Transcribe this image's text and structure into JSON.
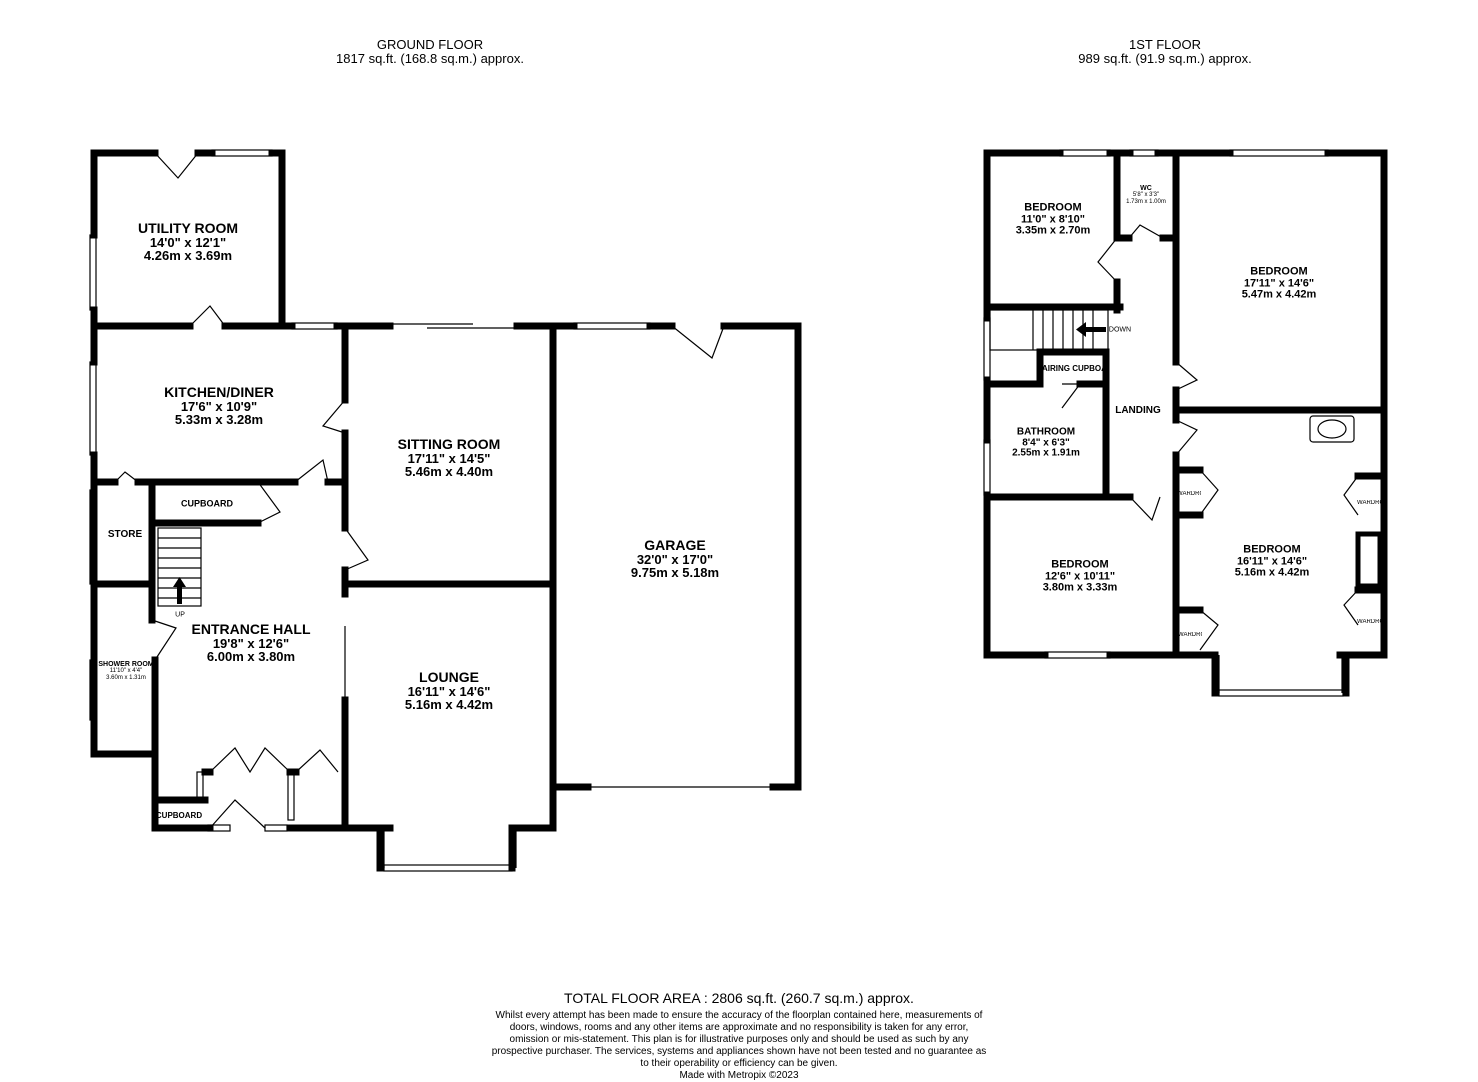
{
  "floors": [
    {
      "name": "GROUND FLOOR",
      "area": "1817 sq.ft. (168.8 sq.m.) approx."
    },
    {
      "name": "1ST FLOOR",
      "area": "989 sq.ft. (91.9 sq.m.) approx."
    }
  ],
  "ground_rooms": {
    "utility": {
      "name": "UTILITY ROOM",
      "imperial": "14'0\"  x 12'1\"",
      "metric": "4.26m  x 3.69m"
    },
    "kitchen": {
      "name": "KITCHEN/DINER",
      "imperial": "17'6\"  x 10'9\"",
      "metric": "5.33m  x 3.28m"
    },
    "sitting": {
      "name": "SITTING ROOM",
      "imperial": "17'11\"  x 14'5\"",
      "metric": "5.46m  x 4.40m"
    },
    "garage": {
      "name": "GARAGE",
      "imperial": "32'0\"  x 17'0\"",
      "metric": "9.75m  x 5.18m"
    },
    "hall": {
      "name": "ENTRANCE HALL",
      "imperial": "19'8\"  x 12'6\"",
      "metric": "6.00m  x 3.80m"
    },
    "lounge": {
      "name": "LOUNGE",
      "imperial": "16'11\"  x 14'6\"",
      "metric": "5.16m  x 4.42m"
    },
    "shower": {
      "name": "SHOWER ROOM",
      "imperial": "11'10\"  x 4'4\"",
      "metric": "3.60m  x 1.31m"
    },
    "store": {
      "name": "STORE"
    },
    "cupboard1": {
      "name": "CUPBOARD"
    },
    "cupboard2": {
      "name": "CUPBOARD"
    },
    "up": "UP"
  },
  "first_rooms": {
    "bed1": {
      "name": "BEDROOM",
      "imperial": "11'0\"  x 8'10\"",
      "metric": "3.35m  x 2.70m"
    },
    "wc": {
      "name": "WC",
      "imperial": "5'8\"  x 3'3\"",
      "metric": "1.73m  x 1.00m"
    },
    "bed2": {
      "name": "BEDROOM",
      "imperial": "17'11\"  x 14'6\"",
      "metric": "5.47m  x 4.42m"
    },
    "airing": {
      "name": "AIRING CUPBOARD"
    },
    "landing": {
      "name": "LANDING"
    },
    "bath": {
      "name": "BATHROOM",
      "imperial": "8'4\"  x 6'3\"",
      "metric": "2.55m  x 1.91m"
    },
    "bed3": {
      "name": "BEDROOM",
      "imperial": "12'6\"  x 10'11\"",
      "metric": "3.80m  x 3.33m"
    },
    "bed4": {
      "name": "BEDROOM",
      "imperial": "16'11\"  x 14'6\"",
      "metric": "5.16m  x 4.42m"
    },
    "wardrobe1": "WARDROBE",
    "wardrobe2": "WARDROBE",
    "wardrobe3": "WARDROBE",
    "wardrobe4": "WARDROBE",
    "down": "DOWN"
  },
  "footer": {
    "total": "TOTAL FLOOR AREA : 2806 sq.ft. (260.7 sq.m.) approx.",
    "disclaimer": "Whilst every attempt has been made to ensure the accuracy of the floorplan contained here, measurements of doors, windows, rooms and any other items are approximate and no responsibility is taken for any error, omission or mis-statement. This plan is for illustrative purposes only and should be used as such by any prospective purchaser. The services, systems and appliances shown have not been tested and no guarantee as to their operability or efficiency can be given.",
    "credit": "Made with Metropix ©2023"
  }
}
